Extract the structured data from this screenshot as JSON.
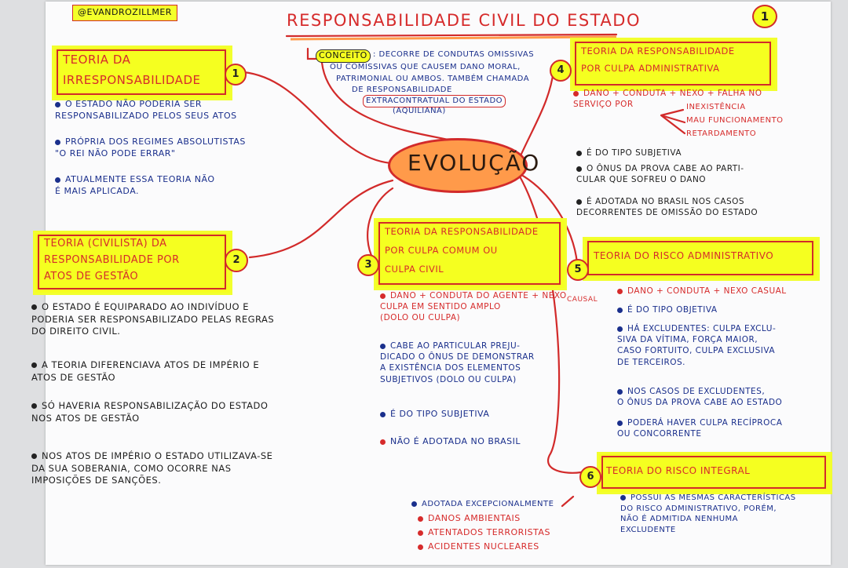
{
  "handle": "@EVANDROZILLMER",
  "title": "RESPONSABILIDADE CIVIL DO ESTADO",
  "page_number": "1",
  "center": "EVOLUÇÃO",
  "concept": {
    "label": "CONCEITO",
    "lines": [
      ": DECORRE DE CONDUTAS OMISSIVAS",
      "OU COMISSIVAS QUE CAUSEM DANO MORAL,",
      "PATRIMONIAL OU AMBOS. TAMBÉM CHAMADA",
      "DE RESPONSABILIDADE",
      "EXTRACONTRATUAL DO ESTADO",
      "(AQUILIANA)"
    ]
  },
  "node1": {
    "number": "1",
    "title_lines": [
      "TEORIA DA",
      "IRRESPONSABILIDADE"
    ],
    "bullets": [
      "O ESTADO NÃO PODERIA SER\nRESPONSABILIZADO PELOS SEUS ATOS",
      "PRÓPRIA DOS REGIMES ABSOLUTISTAS\n\"O REI NÃO PODE ERRAR\"",
      "ATUALMENTE ESSA TEORIA NÃO\nÉ MAIS APLICADA."
    ]
  },
  "node2": {
    "number": "2",
    "title_lines": [
      "TEORIA (CIVILISTA) DA",
      "RESPONSABILIDADE POR",
      "ATOS DE GESTÃO"
    ],
    "bullets": [
      "O ESTADO É EQUIPARADO AO INDIVÍDUO E\nPODERIA SER RESPONSABILIZADO PELAS REGRAS\nDO DIREITO CIVIL.",
      "A TEORIA DIFERENCIAVA ATOS DE IMPÉRIO E\nATOS DE GESTÃO",
      "SÓ HAVERIA RESPONSABILIZAÇÃO DO ESTADO\nNOS ATOS DE GESTÃO",
      "NOS ATOS DE IMPÉRIO O ESTADO UTILIZAVA-SE\nDA SUA SOBERANIA, COMO OCORRE NAS\nIMPOSIÇÕES DE SANÇÕES."
    ]
  },
  "node3": {
    "number": "3",
    "title_lines": [
      "TEORIA DA RESPONSABILIDADE",
      "POR CULPA COMUM OU",
      "CULPA CIVIL"
    ],
    "bullets": [
      "DANO + CONDUTA DO AGENTE + NEXO\nCULPA EM SENTIDO AMPLO\n(DOLO OU CULPA)",
      "CABE AO PARTICULAR PREJU-\nDICADO O ÔNUS DE DEMONSTRAR\nA EXISTÊNCIA DOS ELEMENTOS\nSUBJETIVOS (DOLO OU CULPA)",
      "É DO TIPO SUBJETIVA",
      "NÃO É ADOTADA NO BRASIL"
    ],
    "side_note": "CAUSAL"
  },
  "node4": {
    "number": "4",
    "title_lines": [
      "TEORIA DA RESPONSABILIDADE",
      "POR CULPA ADMINISTRATIVA"
    ],
    "formula": "DANO + CONDUTA + NEXO + FALHA NO\nSERVIÇO POR",
    "failures": [
      "INEXISTÊNCIA",
      "MAU FUNCIONAMENTO",
      "RETARDAMENTO"
    ],
    "bullets": [
      "É DO TIPO SUBJETIVA",
      "O ÔNUS DA PROVA CABE AO PARTI-\nCULAR QUE SOFREU O DANO",
      "É ADOTADA NO BRASIL NOS CASOS\nDECORRENTES DE OMISSÃO DO ESTADO"
    ]
  },
  "node5": {
    "number": "5",
    "title_lines": [
      "TEORIA DO RISCO ADMINISTRATIVO"
    ],
    "bullets": [
      "DANO + CONDUTA + NEXO CASUAL",
      "É DO TIPO OBJETIVA",
      "HÁ EXCLUDENTES: CULPA EXCLU-\nSIVA DA VÍTIMA, FORÇA MAIOR,\nCASO FORTUITO, CULPA EXCLUSIVA\nDE TERCEIROS.",
      "NOS CASOS DE EXCLUDENTES,\nO ÔNUS DA PROVA CABE AO ESTADO",
      "PODERÁ HAVER CULPA RECÍPROCA\nOU CONCORRENTE"
    ]
  },
  "node6": {
    "number": "6",
    "title_lines": [
      "TEORIA DO RISCO INTEGRAL"
    ],
    "bullets": [
      "POSSUI AS MESMAS CARACTERÍSTICAS\nDO RISCO ADMINISTRATIVO, PORÉM,\nNÃO É ADMITIDA NENHUMA\nEXCLUDENTE"
    ],
    "adopted_label": "ADOTADA EXCEPCIONALMENTE",
    "cases": [
      "DANOS AMBIENTAIS",
      "ATENTADOS TERRORISTAS",
      "ACIDENTES NUCLEARES"
    ]
  },
  "colors": {
    "highlight": "#f5ff20",
    "orange": "#ff8a3d",
    "red_ink": "#d62b2b",
    "blue_ink": "#1a2f8c",
    "black_ink": "#141414"
  }
}
